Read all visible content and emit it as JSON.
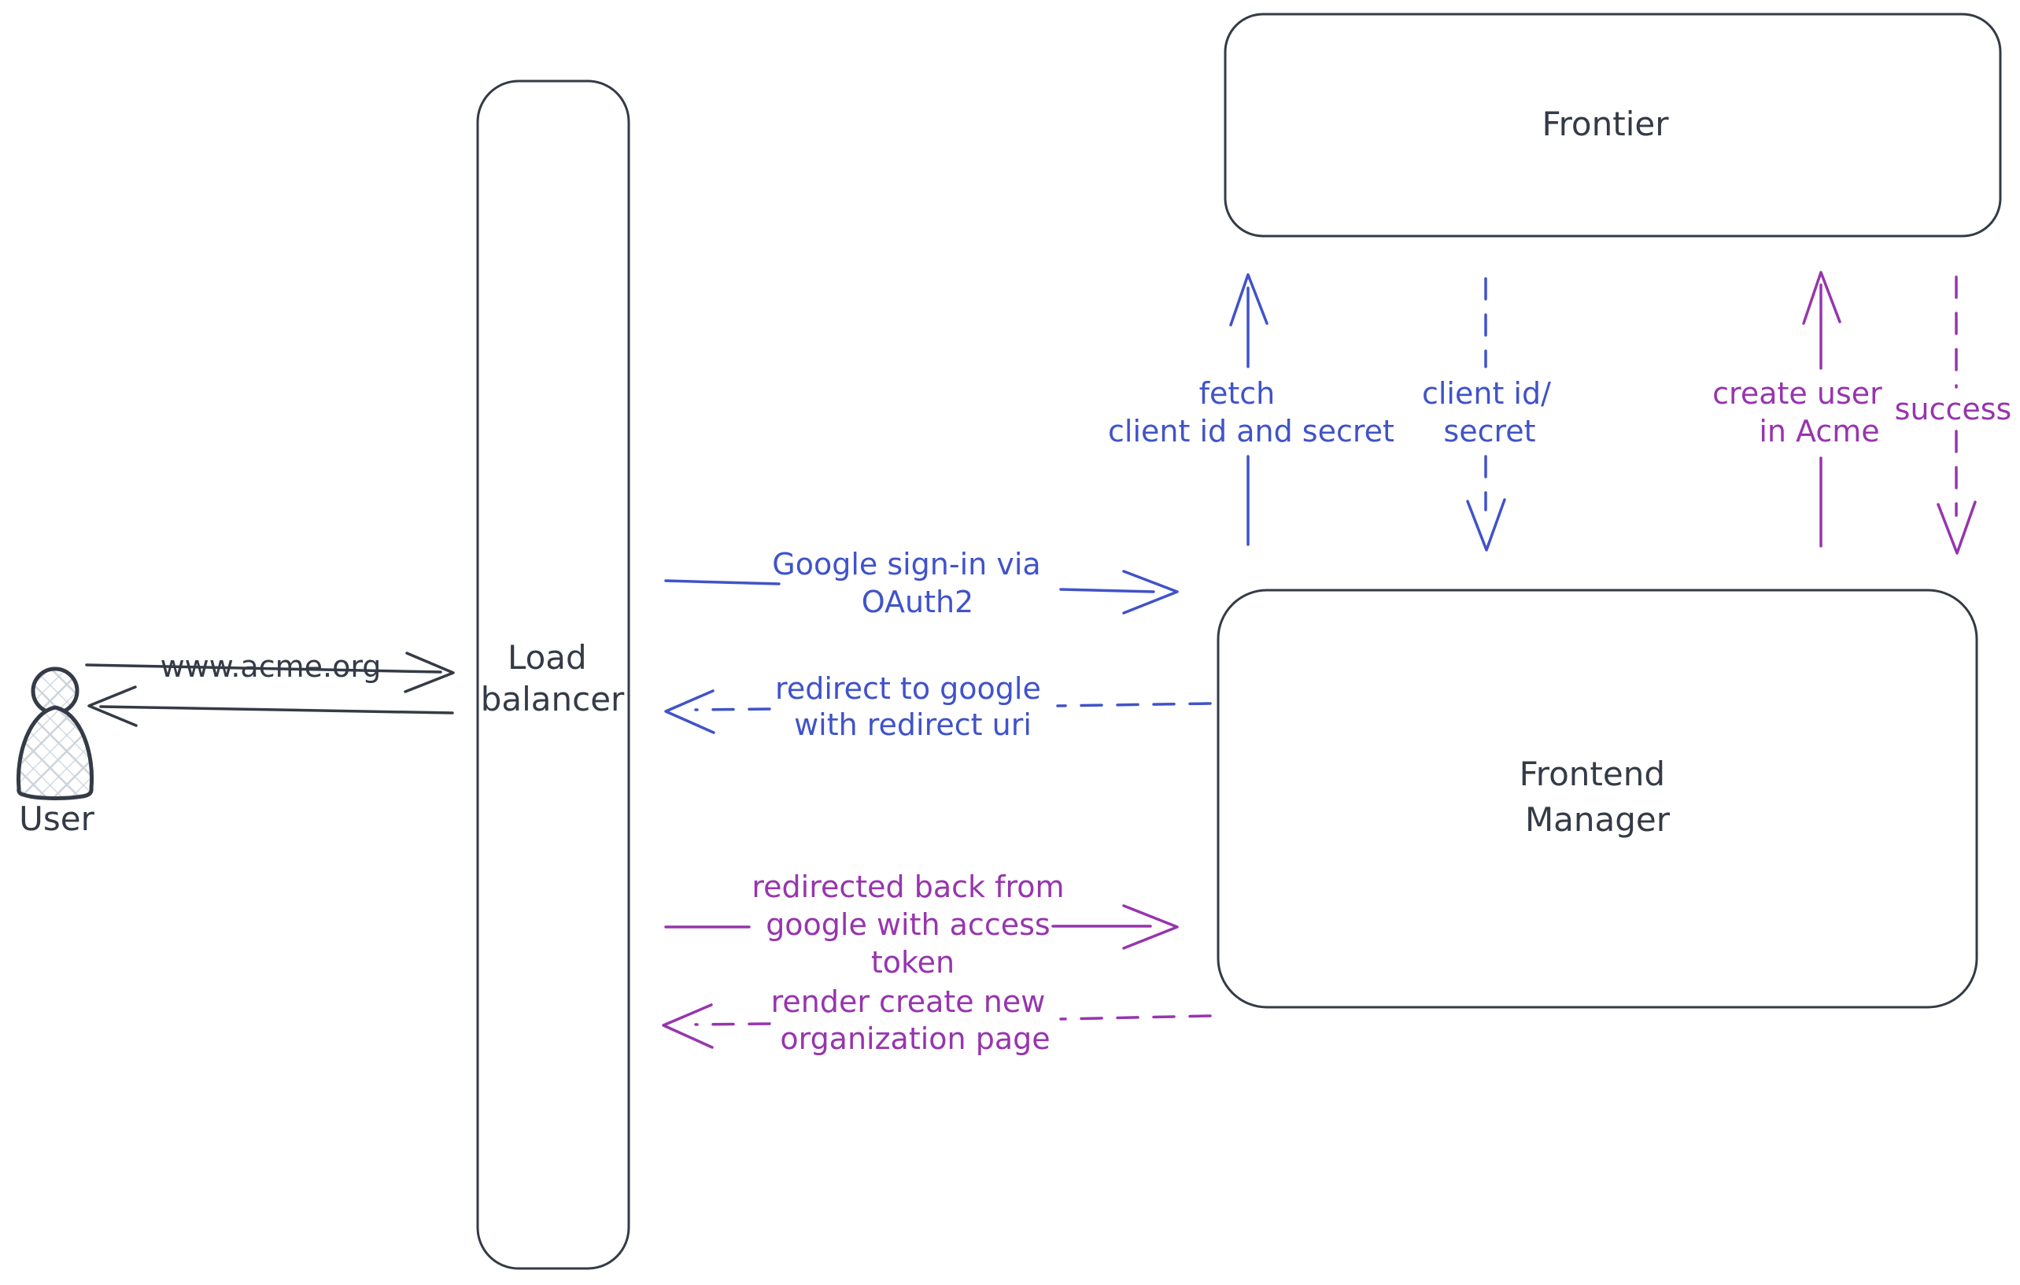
{
  "colors": {
    "ink": "#343b46",
    "blue": "#4053c9",
    "purple": "#9735ae",
    "hatch_fill": "#ccd3dc",
    "background": "#ffffff"
  },
  "nodes": {
    "user": {
      "label": "User"
    },
    "load_balancer": {
      "line1": "Load",
      "line2": "balancer"
    },
    "frontier": {
      "label": "Frontier"
    },
    "frontend_manager": {
      "line1": "Frontend",
      "line2": "Manager"
    }
  },
  "messages": {
    "www_request": {
      "label": "www.acme.org",
      "style": "solid",
      "direction": "right",
      "color": "ink"
    },
    "www_response": {
      "label": "",
      "style": "solid",
      "direction": "left",
      "color": "ink"
    },
    "google_signin": {
      "line1": "Google sign-in via",
      "line2": "OAuth2",
      "style": "solid",
      "direction": "right",
      "color": "blue"
    },
    "redirect_google": {
      "line1": "redirect to google",
      "line2": "with redirect uri",
      "style": "dashed",
      "direction": "left",
      "color": "blue"
    },
    "redirected_back": {
      "line1": "redirected back from",
      "line2": "google with access",
      "line3": "token",
      "style": "solid",
      "direction": "right",
      "color": "purple"
    },
    "render_org_page": {
      "line1": "render create new",
      "line2": "organization page",
      "style": "dashed",
      "direction": "left",
      "color": "purple"
    },
    "fetch_secret": {
      "line1": "fetch",
      "line2": "client id and secret",
      "style": "solid",
      "direction": "up",
      "color": "blue"
    },
    "client_id_secret": {
      "line1": "client id/",
      "line2": "secret",
      "style": "dashed",
      "direction": "down",
      "color": "blue"
    },
    "create_user": {
      "line1": "create user",
      "line2": "in Acme",
      "style": "solid",
      "direction": "up",
      "color": "purple"
    },
    "success": {
      "label": "success",
      "style": "dashed",
      "direction": "down",
      "color": "purple"
    }
  }
}
